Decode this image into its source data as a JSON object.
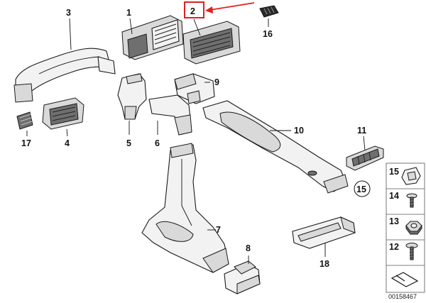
{
  "callouts": {
    "c1": "1",
    "c2": "2",
    "c3": "3",
    "c4": "4",
    "c5": "5",
    "c6": "6",
    "c7": "7",
    "c8": "8",
    "c9": "9",
    "c10": "10",
    "c11": "11",
    "c12": "12",
    "c13": "13",
    "c14": "14",
    "c15": "15",
    "c15b": "15",
    "c16": "16",
    "c17": "17",
    "c18": "18"
  },
  "diagram_code": "00158467",
  "colors": {
    "highlight": "#e02020",
    "outline": "#1a1a1a"
  }
}
